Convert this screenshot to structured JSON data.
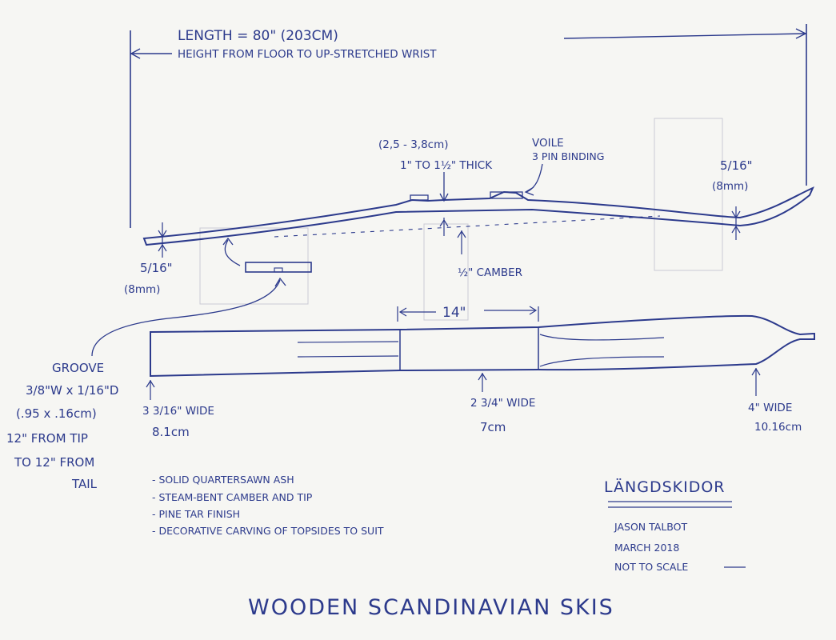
{
  "header": {
    "length": "LENGTH = 80\" (203CM)",
    "height": "HEIGHT FROM FLOOR TO UP-STRETCHED WRIST"
  },
  "side_view": {
    "thickness_cm": "(2,5 - 3,8cm)",
    "thickness_in": "1\" TO 1½\" THICK",
    "binding_line1": "VOILE",
    "binding_line2": "3 PIN BINDING",
    "tip_thickness_in": "5/16\"",
    "tip_thickness_mm": "(8mm)",
    "tail_thickness_in": "5/16\"",
    "tail_thickness_mm": "(8mm)",
    "camber": "½\" CAMBER"
  },
  "top_view": {
    "center_length": "14\"",
    "groove_title": "GROOVE",
    "groove_size": "3/8\"W x 1/16\"D",
    "groove_cm": "(.95 x .16cm)",
    "groove_span1": "12\" FROM TIP",
    "groove_span2": "TO 12\" FROM",
    "groove_span3": "TAIL",
    "tail_width_in": "3 3/16\" WIDE",
    "tail_width_cm": "8.1cm",
    "waist_width_in": "2 3/4\" WIDE",
    "waist_width_cm": "7cm",
    "tip_width_in": "4\" WIDE",
    "tip_width_cm": "10.16cm"
  },
  "notes": [
    "- SOLID QUARTERSAWN ASH",
    "- STEAM-BENT CAMBER AND TIP",
    "- PINE TAR FINISH",
    "- DECORATIVE CARVING OF TOPSIDES TO SUIT"
  ],
  "signature_block": {
    "name": "LÄNGDSKIDOR",
    "author": "JASON TALBOT",
    "date": "MARCH 2018",
    "scale_note": "NOT TO SCALE"
  },
  "title": "WOODEN SCANDINAVIAN SKIS"
}
